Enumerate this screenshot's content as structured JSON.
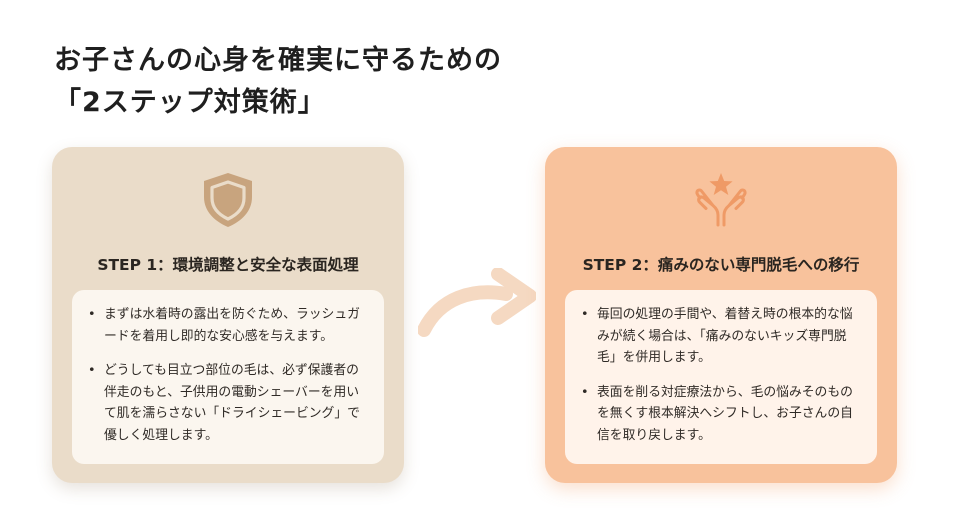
{
  "title": {
    "line1": "お子さんの心身を確実に守るための",
    "line2": "「2ステップ対策術」"
  },
  "colors": {
    "card1_bg": "#eadcc9",
    "card2_bg": "#f8c29c",
    "icon1": "#c8a47e",
    "icon2": "#ef9a66",
    "arrow": "#f5d9c2"
  },
  "steps": [
    {
      "icon": "shield-icon",
      "title": "STEP 1：環境調整と安全な表面処理",
      "bullets": [
        "まずは水着時の露出を防ぐため、ラッシュガードを着用し即的な安心感を与えます。",
        "どうしても目立つ部位の毛は、必ず保護者の伴走のもと、子供用の電動シェーバーを用いて肌を濡らさない「ドライシェービング」で優しく処理します。"
      ]
    },
    {
      "icon": "hands-star-icon",
      "title": "STEP 2：痛みのない専門脱毛への移行",
      "bullets": [
        "毎回の処理の手間や、着替え時の根本的な悩みが続く場合は、「痛みのないキッズ専門脱毛」を併用します。",
        "表面を削る対症療法から、毛の悩みそのものを無くす根本解決へシフトし、お子さんの自信を取り戻します。"
      ]
    }
  ]
}
